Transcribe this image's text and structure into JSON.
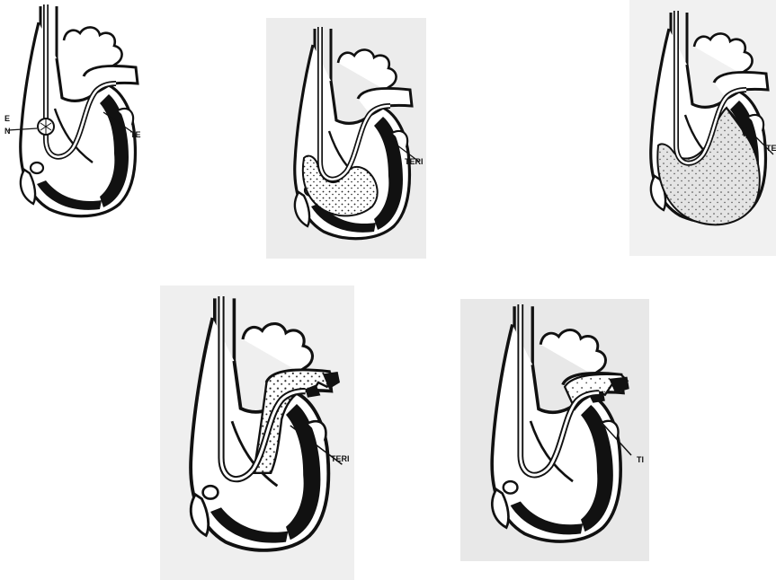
{
  "panels": [
    {
      "id": "p1",
      "labels": {
        "left_top": "E",
        "left_bottom": "N",
        "right": "TE"
      }
    },
    {
      "id": "p2",
      "labels": {
        "right": "TERI"
      }
    },
    {
      "id": "p3",
      "labels": {
        "right": "TE"
      }
    },
    {
      "id": "p4",
      "labels": {
        "right": "TERI"
      }
    },
    {
      "id": "p5",
      "labels": {
        "right": "TI"
      }
    }
  ],
  "colors": {
    "ink": "#111111",
    "paper": "#ffffff",
    "scan_gray": "#ececec",
    "scan_gray_dark": "#d6d6d6"
  }
}
